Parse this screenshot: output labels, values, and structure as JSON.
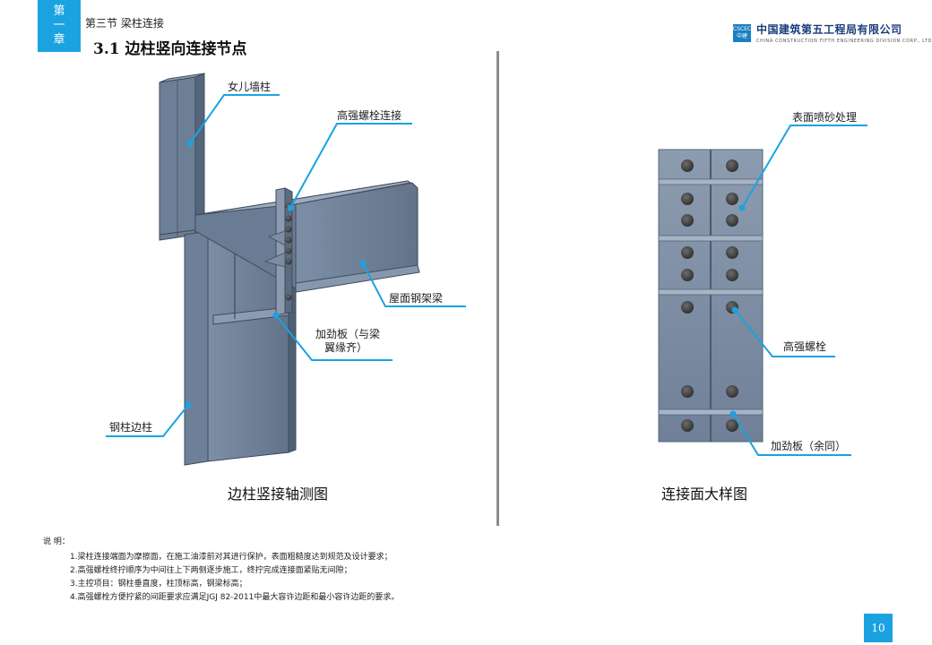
{
  "header": {
    "chapter_line1": "第",
    "chapter_line2": "一",
    "chapter_line3": "章",
    "section_label": "第三节  梁柱连接",
    "section_title": "3.1  边柱竖向连接节点",
    "company_cn": "中国建筑第五工程局有限公司",
    "company_en": "CHINA CONSTRUCTION FIFTH ENGINEERING DIVISION CORP., LTD",
    "logo_top": "CSCEC",
    "logo_bottom": "中建"
  },
  "left_figure": {
    "caption": "边柱竖接轴测图",
    "callouts": {
      "parapet": "女儿墙柱",
      "bolt_conn": "高强螺栓连接",
      "roof_beam": "屋面钢架梁",
      "stiffener_l1": "加劲板（与梁",
      "stiffener_l2": "翼缘齐）",
      "steel_column": "钢柱边柱"
    }
  },
  "right_figure": {
    "caption": "连接面大样图",
    "callouts": {
      "sandblast": "表面喷砂处理",
      "hs_bolt": "高强螺栓",
      "stiffener_same": "加劲板（余同）"
    }
  },
  "notes": {
    "head": "说    明：",
    "items": [
      "1.梁柱连接端面为摩擦面，在施工油漆前对其进行保护，表面粗糙度达到规范及设计要求；",
      "2.高强螺栓终拧顺序为中间往上下两侧逐步施工，终拧完成连接面紧贴无间隙；",
      "3.主控项目：钢柱垂直度，柱顶标高，钢梁标高；",
      "4.高强螺栓方便拧紧的间距要求应满足JGJ 82-2011中最大容许边距和最小容许边距的要求。"
    ]
  },
  "page_number": "10",
  "colors": {
    "accent": "#1aa3e0",
    "steel": "#6f8197",
    "leader": "#1aa3e0"
  }
}
